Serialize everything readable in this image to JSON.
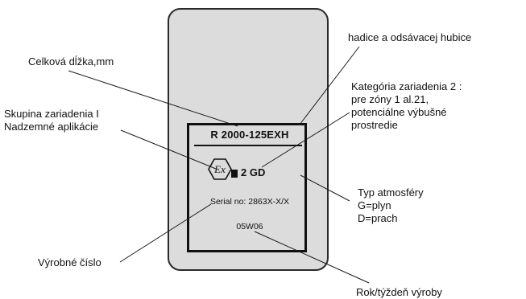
{
  "label": {
    "model": "R 2000-125EXH",
    "ex_mark": "Ex",
    "category_mark": "2 GD",
    "serial": "Serial no: 2863X-X/X",
    "date_code": "05W06"
  },
  "callouts": {
    "total_length": "Celková dĺžka,mm",
    "equipment_group": [
      "Skupina zariadenia I",
      "Nadzemné aplikácie"
    ],
    "hose": "hadice a odsávacej hubice",
    "equipment_category": [
      "Kategória zariadenia 2 :",
      "pre zóny 1 al.21,",
      "potenciálne výbušné",
      "prostredie"
    ],
    "atmosphere_type": [
      "Typ atmosféry",
      "G=plyn",
      "D=prach"
    ],
    "serial_number": "Výrobné číslo",
    "production_date": "Rok/týždeň výroby"
  },
  "colors": {
    "plate": "#dcdcdc",
    "ink": "#111111"
  }
}
